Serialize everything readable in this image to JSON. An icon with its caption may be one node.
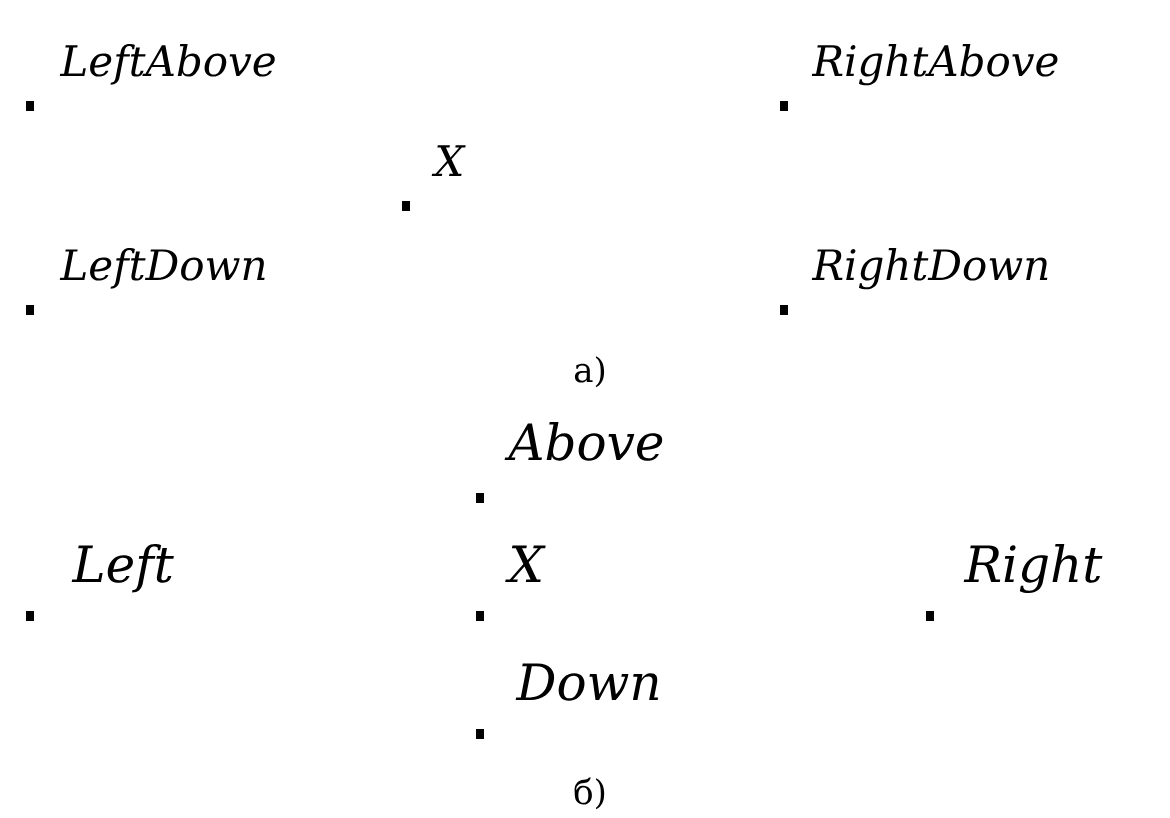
{
  "diagram": {
    "labels": [
      "LeftAbove",
      "RightAbove",
      "X",
      "LeftDown",
      "RightDown",
      "а)",
      "Above",
      "Left",
      "X",
      "Right",
      "Down",
      "б)"
    ]
  }
}
